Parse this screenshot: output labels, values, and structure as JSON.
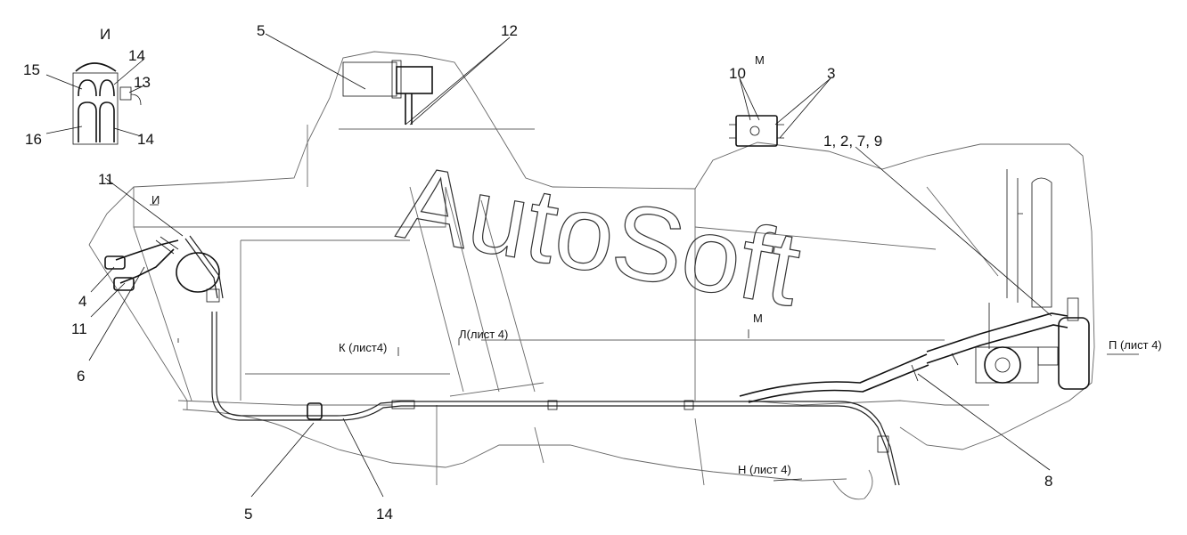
{
  "watermark": "AutoSoft",
  "callouts": {
    "c_i_title": "И",
    "c_15": "15",
    "c_14a": "14",
    "c_13": "13",
    "c_16": "16",
    "c_14b": "14",
    "c_5_top": "5",
    "c_12": "12",
    "c_10": "10",
    "c_m_title": "М",
    "c_3": "3",
    "c_1279": "1, 2, 7, 9",
    "c_11_top": "11",
    "c_i_mark": "И",
    "c_4": "4",
    "c_11_bot": "11",
    "c_6": "6",
    "c_k": "К (лист4)",
    "c_l": "Л(лист 4)",
    "c_m_mark": "М",
    "c_p": "П (лист 4)",
    "c_8": "8",
    "c_n": "Н (лист 4)",
    "c_5_bot": "5",
    "c_14_bot": "14"
  }
}
